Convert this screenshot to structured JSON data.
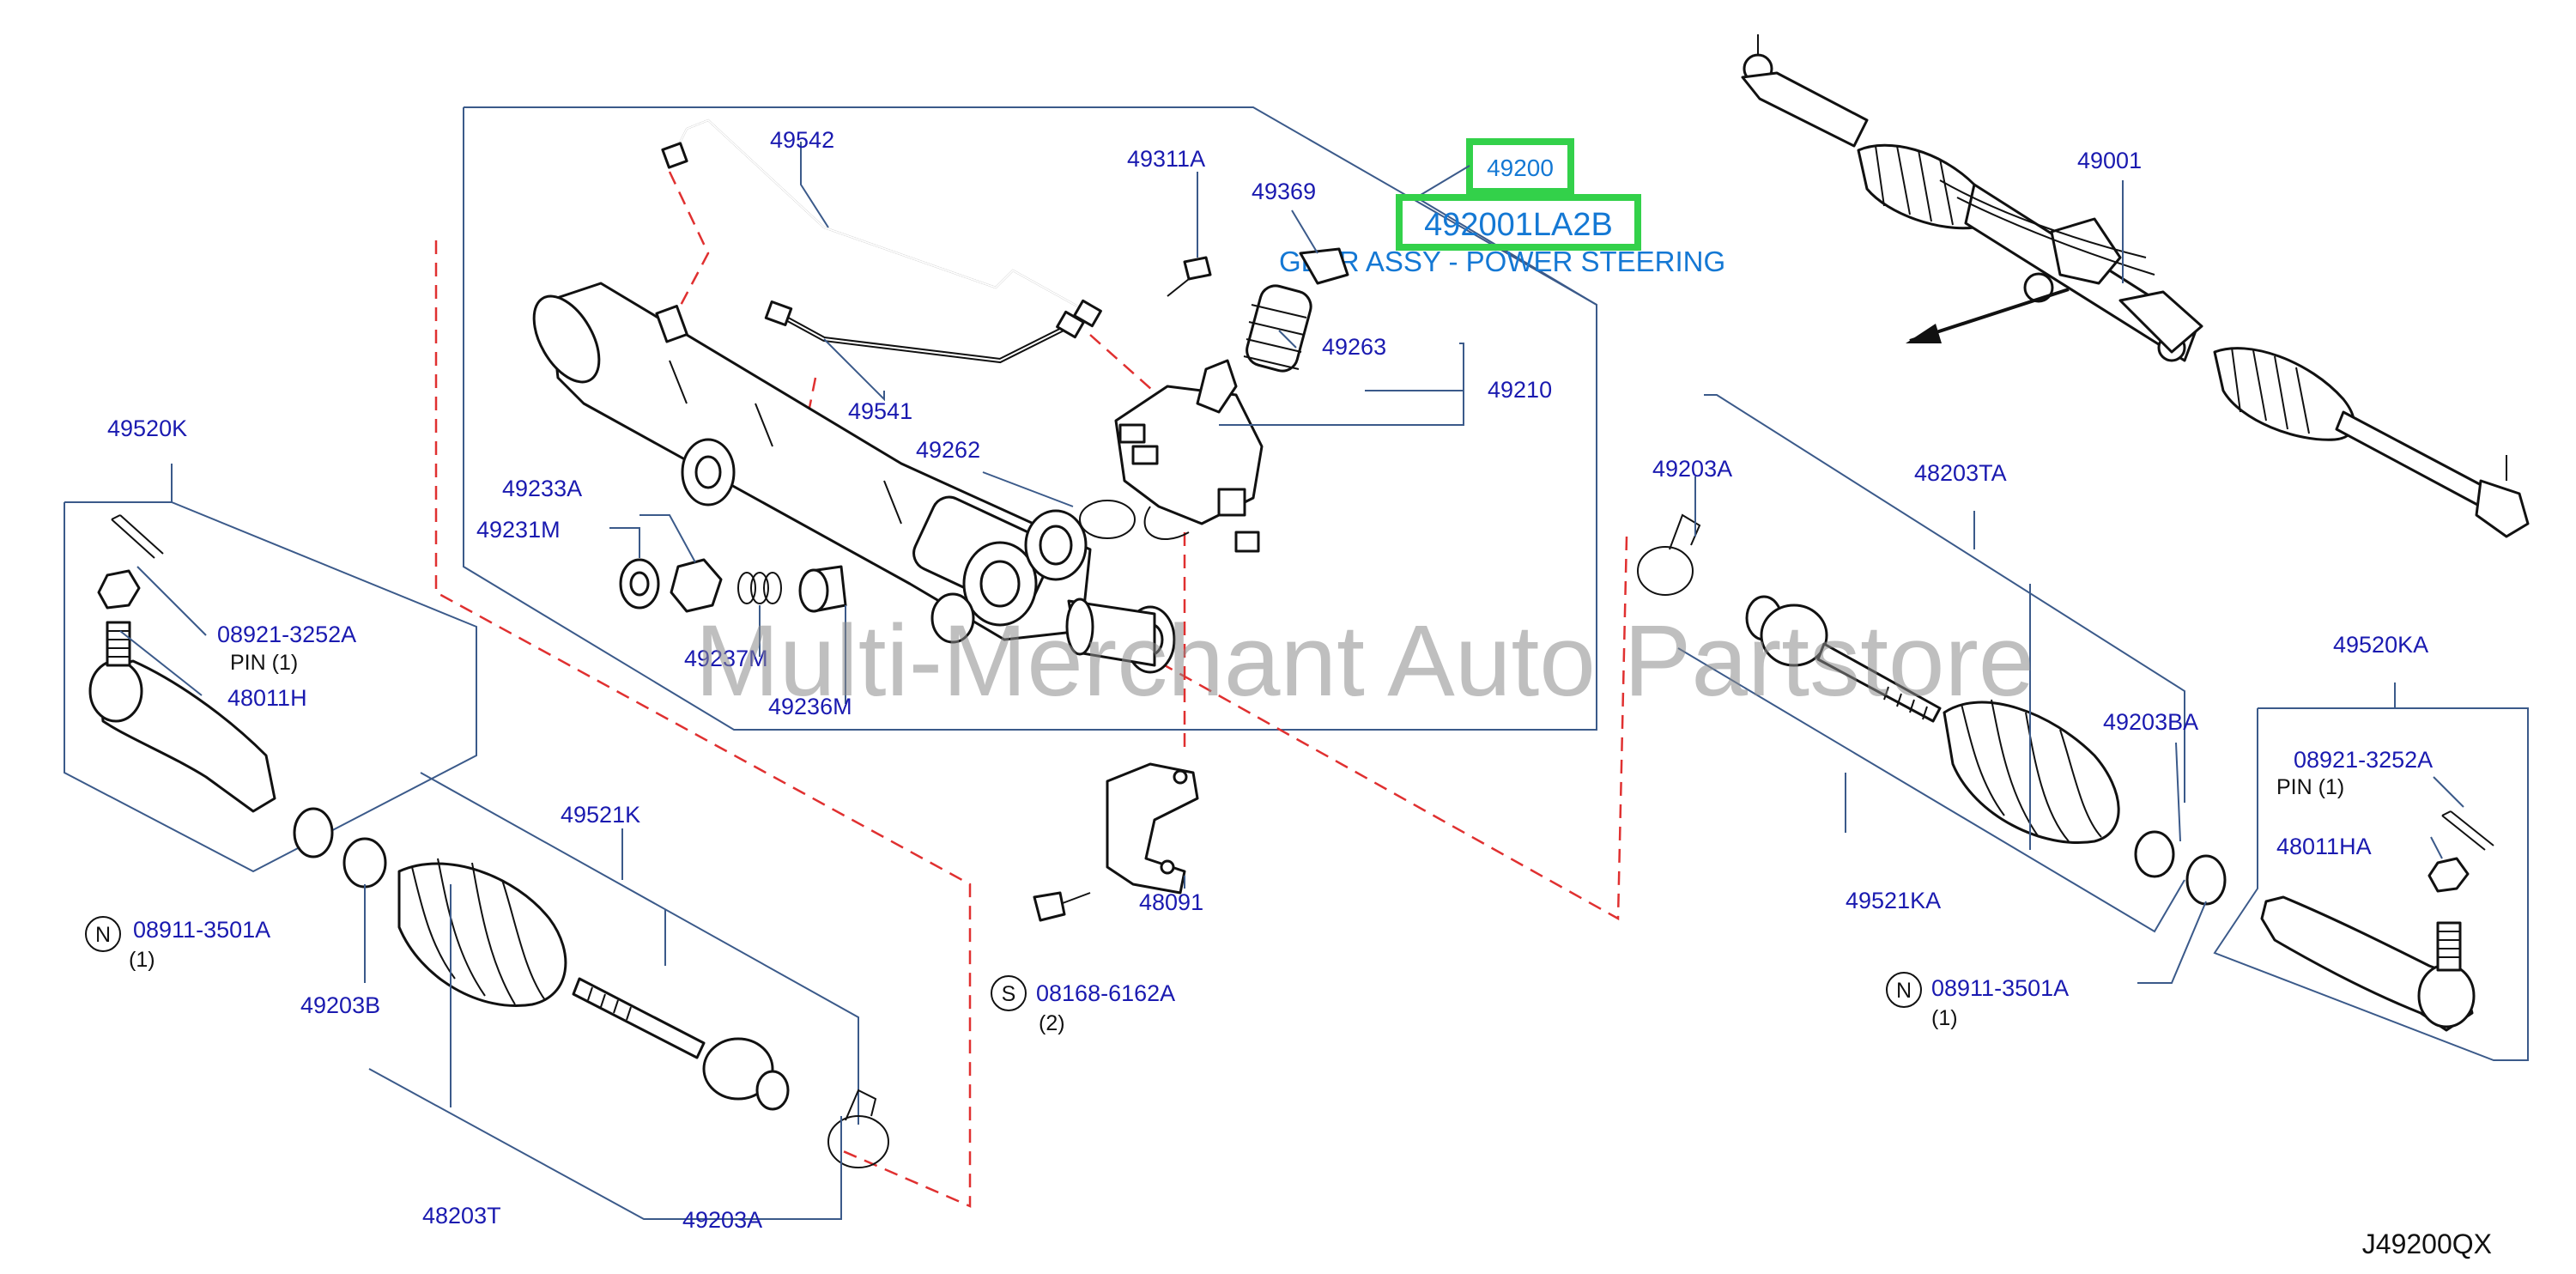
{
  "diagram": {
    "highlight": {
      "group_number": "49200",
      "part_number": "492001LA2B",
      "description": "GEAR ASSY - POWER STEERING"
    },
    "watermark": "Multi-Merchant Auto Partstore",
    "diagram_code": "J49200QX",
    "labels": {
      "l49542": "49542",
      "l49311A": "49311A",
      "l49369": "49369",
      "l49263": "49263",
      "l49210": "49210",
      "l49541": "49541",
      "l49262": "49262",
      "l49233A": "49233A",
      "l49231M": "49231M",
      "l49237M": "49237M",
      "l49236M": "49236M",
      "l49001": "49001",
      "l49520K": "49520K",
      "l08921_3252A_left": "08921-3252A",
      "pin_left": "PIN  (1)",
      "l48011H": "48011H",
      "l49521K": "49521K",
      "l08911_3501A_left": "08911-3501A",
      "qty_n_left": "(1)",
      "l49203B": "49203B",
      "l48203T": "48203T",
      "l49203A_bottom": "49203A",
      "l48091": "48091",
      "l08168_6162A": "08168-6162A",
      "qty_s": "(2)",
      "l49203A_right": "49203A",
      "l48203TA": "48203TA",
      "l49203BA": "49203BA",
      "l49521KA": "49521KA",
      "l08911_3501A_right": "08911-3501A",
      "qty_n_right": "(1)",
      "l49520KA": "49520KA",
      "l08921_3252A_right": "08921-3252A",
      "pin_right": "PIN       (1)",
      "l48011HA": "48011HA",
      "circle_n_left": "N",
      "circle_s": "S",
      "circle_n_right": "N"
    }
  }
}
